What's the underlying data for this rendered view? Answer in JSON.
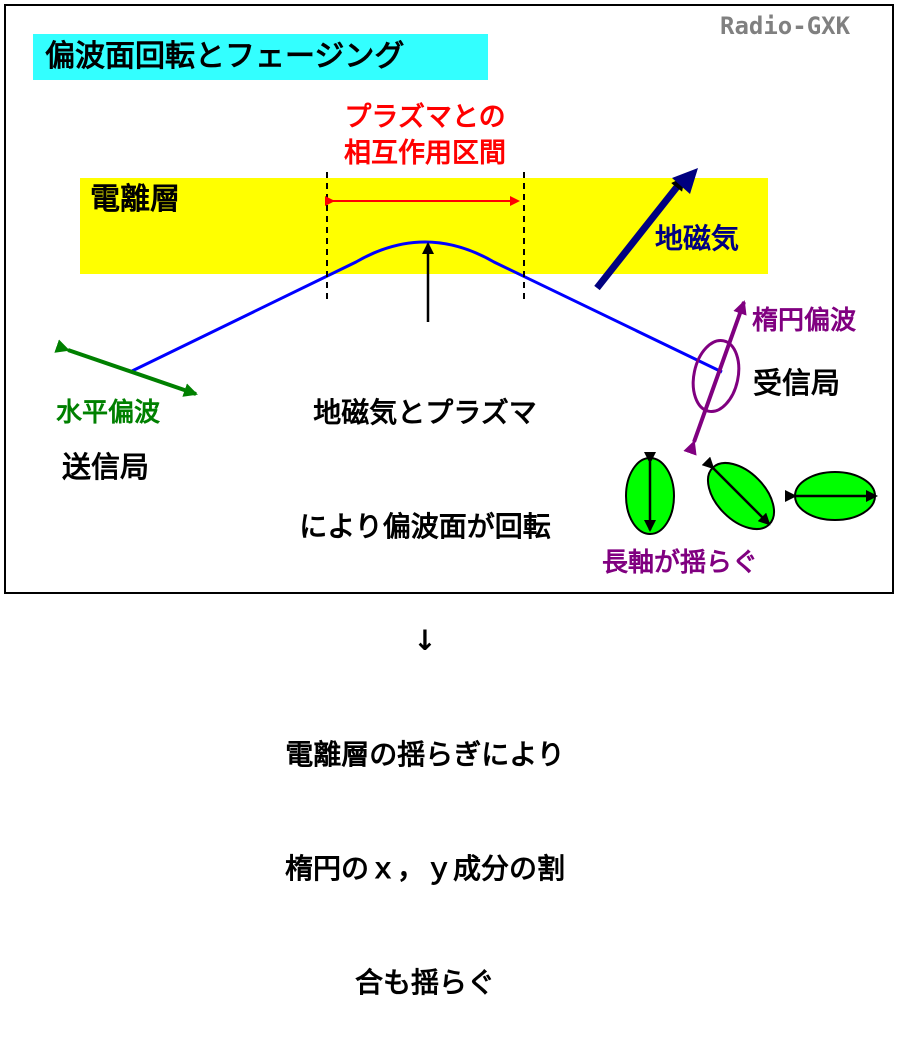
{
  "title": "偏波面回転とフェージング",
  "brand": "Radio-GXK",
  "ionosphere_label": "電離層",
  "plasma_label": [
    "プラズマとの",
    "相互作用区間"
  ],
  "geomagnetic_label": "地磁気",
  "middle_text": [
    "地磁気とプラズマ",
    "により偏波面が回転",
    "↓",
    "電離層の揺らぎにより",
    "楕円のｘ，ｙ成分の割",
    "合も揺らぐ"
  ],
  "horizontal_pol_label": "水平偏波",
  "transmitter_label": "送信局",
  "elliptical_pol_label": "楕円偏波",
  "receiver_label": "受信局",
  "major_axis_label": "長軸が揺らぐ",
  "colors": {
    "title_bg": "#33ffff",
    "ionosphere": "#ffff00",
    "wave_path": "#0000ff",
    "plasma": "#ff0000",
    "geomagnetic": "#000080",
    "horizontal_pol": "#008000",
    "elliptical_pol": "#800080",
    "ellipse_fill": "#00ff00"
  }
}
